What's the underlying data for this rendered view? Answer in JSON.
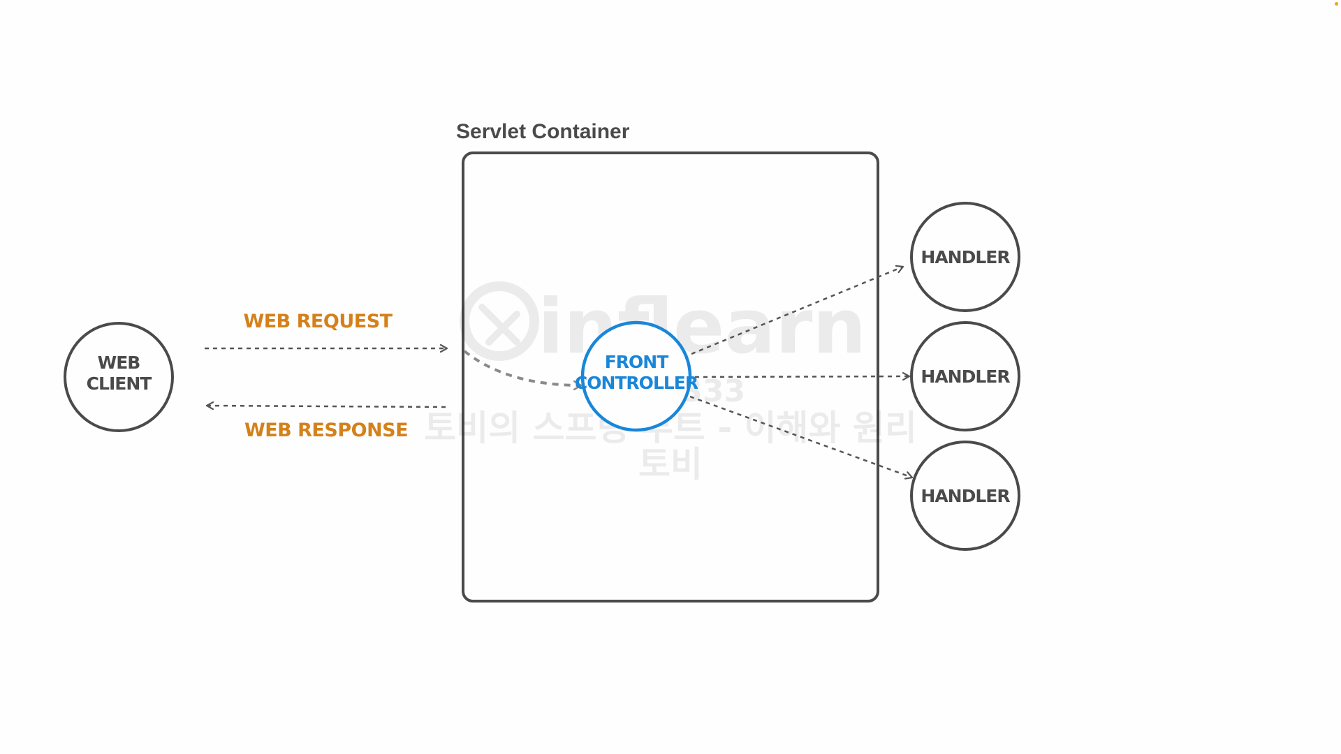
{
  "container": {
    "title": "Servlet Container"
  },
  "nodes": {
    "client_line1": "WEB",
    "client_line2": "CLIENT",
    "front_line1": "FRONT",
    "front_line2": "CONTROLLER",
    "handler1": "HANDLER",
    "handler2": "HANDLER",
    "handler3": "HANDLER"
  },
  "edges": {
    "request_label": "WEB REQUEST",
    "response_label": "WEB RESPONSE"
  },
  "watermark": {
    "logo": "inflearn",
    "code": "3243333",
    "course": "토비의 스프링 부트 - 이해와 원리",
    "author": "토비"
  },
  "colors": {
    "outline": "#4a4a4a",
    "title": "#4a4a4a",
    "accent_blue": "#1a86d8",
    "accent_orange": "#d4811a",
    "dashed_line": "#555555",
    "curved_line": "#8a8a8a",
    "watermark": "#000000",
    "corner_dot": "#f0a030"
  }
}
